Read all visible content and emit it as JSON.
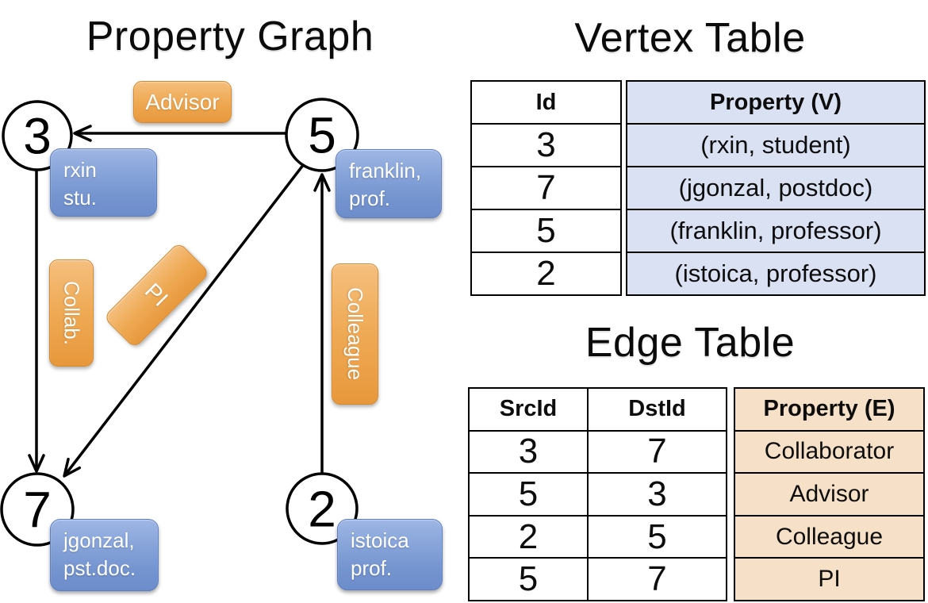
{
  "colors": {
    "edge_label_orange": "#ED9F45",
    "vertex_property_blue": "#7D9BD5",
    "vertex_table_cell_fill": "#D9E1F3",
    "edge_table_cell_fill": "#F6E1C8",
    "line_color": "#000000"
  },
  "graph": {
    "title": "Property Graph",
    "nodes": [
      {
        "id": "3",
        "prop_line1": "rxin",
        "prop_line2": "stu."
      },
      {
        "id": "5",
        "prop_line1": "franklin,",
        "prop_line2": "prof."
      },
      {
        "id": "7",
        "prop_line1": "jgonzal,",
        "prop_line2": "pst.doc."
      },
      {
        "id": "2",
        "prop_line1": "istoica",
        "prop_line2": "prof."
      }
    ],
    "edges": [
      {
        "label": "Advisor",
        "src": "5",
        "dst": "3"
      },
      {
        "label": "Collab.",
        "src": "3",
        "dst": "7"
      },
      {
        "label": "PI",
        "src": "5",
        "dst": "7"
      },
      {
        "label": "Colleague",
        "src": "2",
        "dst": "5"
      }
    ]
  },
  "vertex_table": {
    "title": "Vertex Table",
    "headers": {
      "id": "Id",
      "property": "Property (V)"
    },
    "rows": [
      {
        "id": "3",
        "property": "(rxin, student)"
      },
      {
        "id": "7",
        "property": "(jgonzal, postdoc)"
      },
      {
        "id": "5",
        "property": "(franklin, professor)"
      },
      {
        "id": "2",
        "property": "(istoica, professor)"
      }
    ]
  },
  "edge_table": {
    "title": "Edge Table",
    "headers": {
      "src": "SrcId",
      "dst": "DstId",
      "property": "Property (E)"
    },
    "rows": [
      {
        "src": "3",
        "dst": "7",
        "property": "Collaborator"
      },
      {
        "src": "5",
        "dst": "3",
        "property": "Advisor"
      },
      {
        "src": "2",
        "dst": "5",
        "property": "Colleague"
      },
      {
        "src": "5",
        "dst": "7",
        "property": "PI"
      }
    ]
  }
}
